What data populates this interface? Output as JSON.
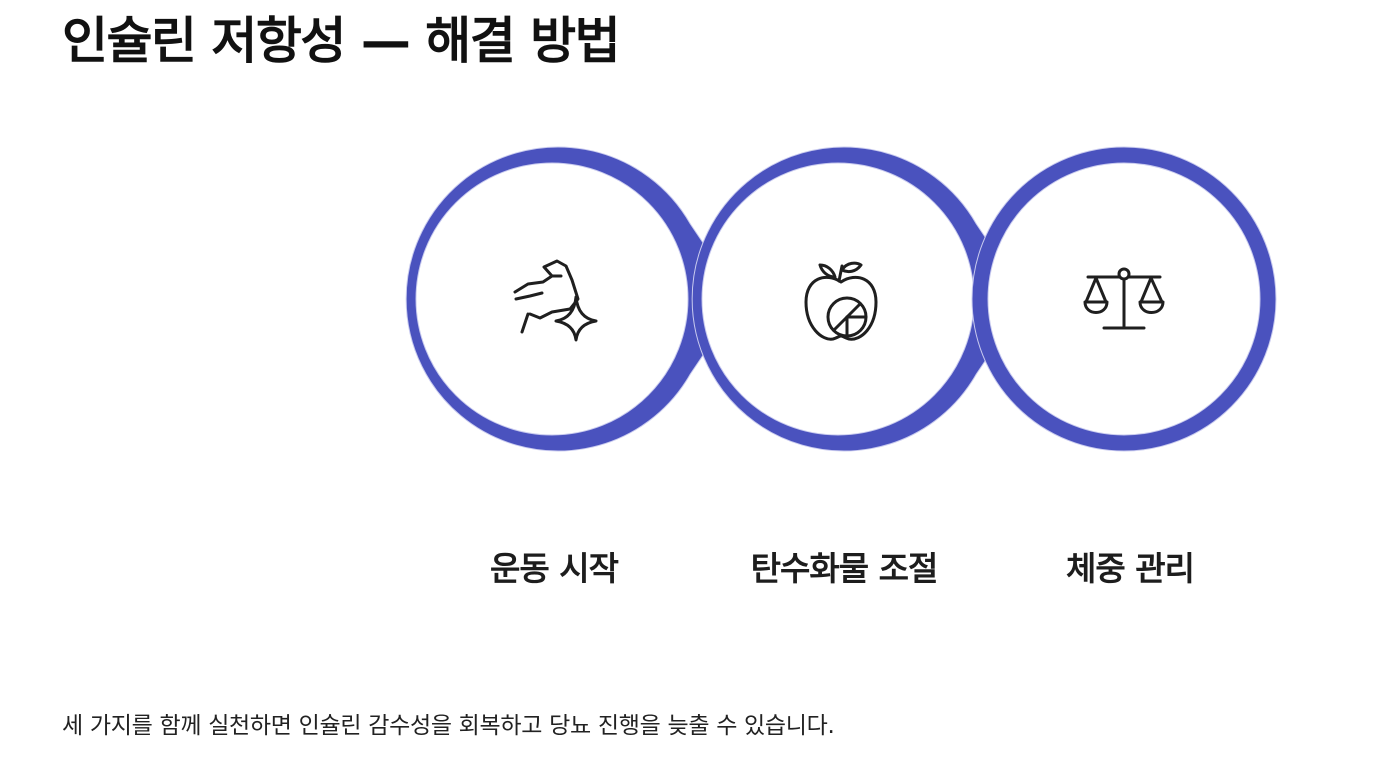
{
  "title": "인슐린 저항성 — 해결 방법",
  "steps": [
    {
      "label": "운동 시작",
      "icon": "flexed-arm-icon"
    },
    {
      "label": "탄수화물 조절",
      "icon": "apple-icon"
    },
    {
      "label": "체중 관리",
      "icon": "balance-scale-icon"
    }
  ],
  "summary": "세 가지를 함께 실천하면 인슐린 감수성을 회복하고 당뇨 진행을 늦출 수 있습니다.",
  "colors": {
    "ring": "#4a52be",
    "ring_edge": "#c9cbef",
    "icon_stroke": "#1f1f1f",
    "background": "#ffffff"
  }
}
